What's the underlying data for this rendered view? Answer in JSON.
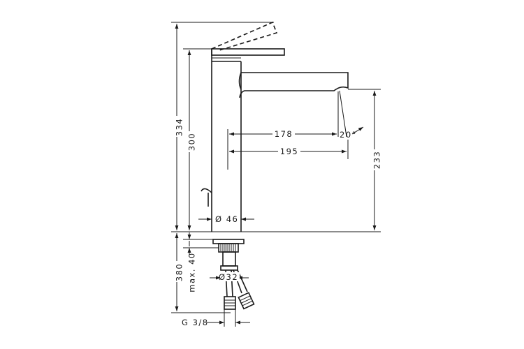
{
  "dimensions": {
    "total_height": "334",
    "spout_height": "300",
    "spout_reach_inner": "178",
    "spout_reach_outer": "195",
    "spout_angle": "20°",
    "outlet_height": "233",
    "body_diameter": "Ø 46",
    "below_deck_length": "380",
    "max_deck_thickness": "max. 40",
    "shank_diameter": "Ø32",
    "connection_thread": "G 3/8"
  }
}
